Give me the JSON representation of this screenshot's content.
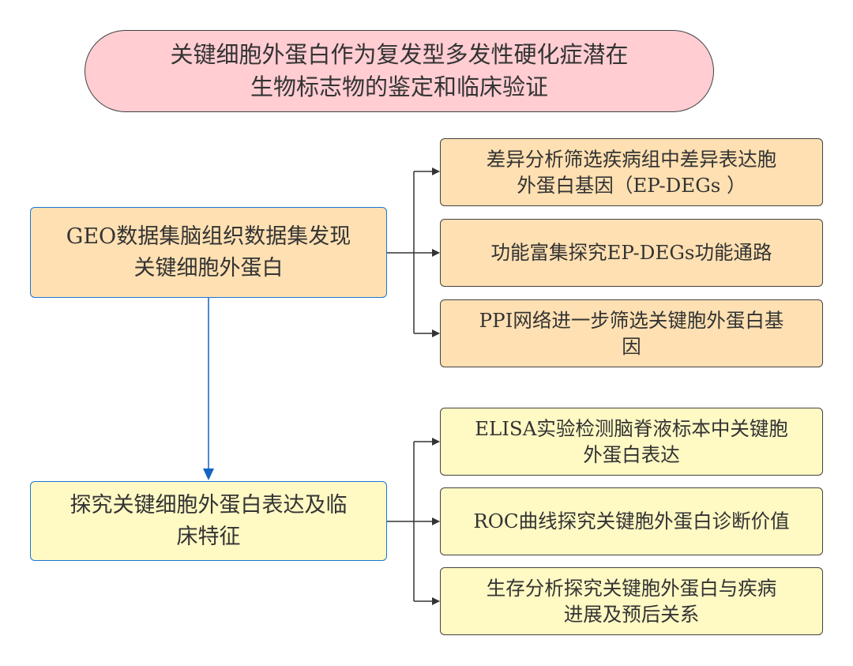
{
  "title": {
    "line1": "关键细胞外蛋白作为复发型多发性硬化症潜在",
    "line2": "生物标志物的鉴定和临床验证"
  },
  "stages": [
    {
      "label_line1": "GEO数据集脑组织数据集发现",
      "label_line2": "关键细胞外蛋白",
      "color": "#ffe0b2",
      "steps": [
        {
          "line1": "差异分析筛选疾病组中差异表达胞",
          "line2": "外蛋白基因（EP-DEGs ）"
        },
        {
          "line1": "功能富集探究EP-DEGs功能通路",
          "line2": ""
        },
        {
          "line1": "PPI网络进一步筛选关键胞外蛋白基",
          "line2": "因"
        }
      ]
    },
    {
      "label_line1": "探究关键细胞外蛋白表达及临",
      "label_line2": "床特征",
      "color": "#fff9c4",
      "steps": [
        {
          "line1": "ELISA实验检测脑脊液标本中关键胞",
          "line2": "外蛋白表达"
        },
        {
          "line1": "ROC曲线探究关键胞外蛋白诊断价值",
          "line2": ""
        },
        {
          "line1": "生存分析探究关键胞外蛋白与疾病",
          "line2": "进展及预后关系"
        }
      ]
    }
  ],
  "colors": {
    "title_fill": "#ffcdd2",
    "stage1_fill": "#ffe0b2",
    "stage2_fill": "#fff9c4",
    "main_border": "#1976d2",
    "flow_arrow": "#1565c0",
    "branch_arrow": "#333333"
  }
}
